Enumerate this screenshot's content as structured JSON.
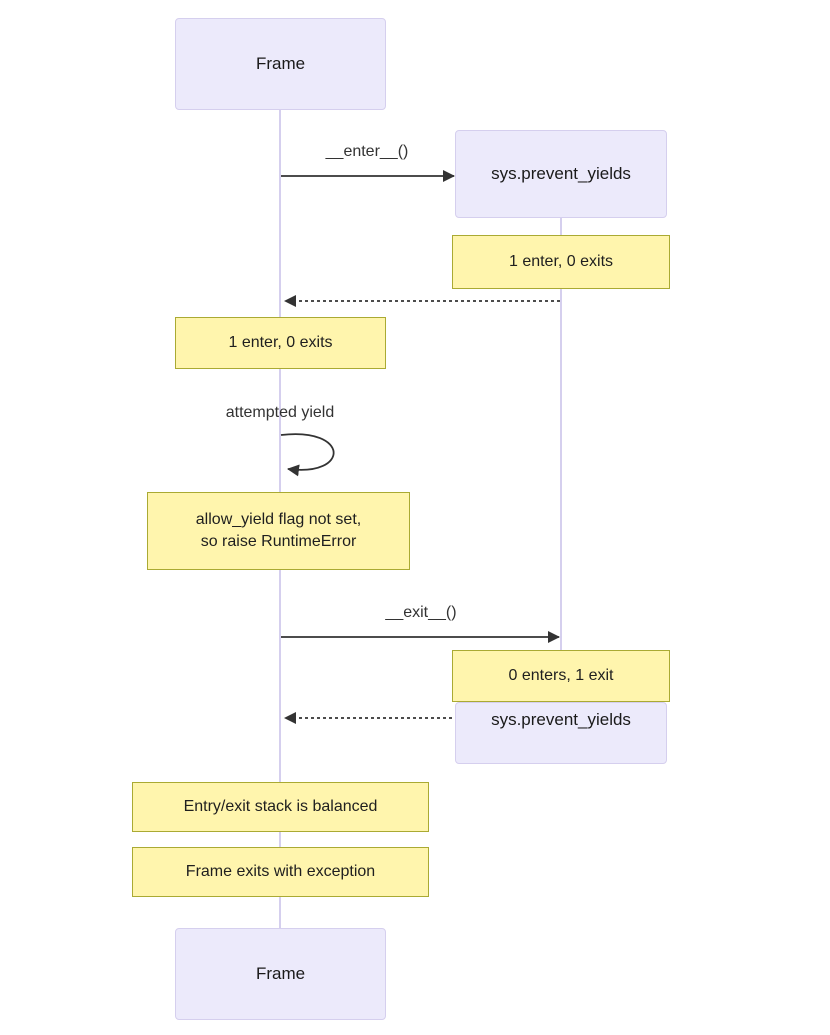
{
  "diagram": {
    "type": "sequence",
    "actors": {
      "frame_top": "Frame",
      "sys_top": "sys.prevent_yields",
      "sys_bottom": "sys.prevent_yields",
      "frame_bottom": "Frame"
    },
    "messages": {
      "enter_label": "__enter__()",
      "exit_label": "__exit__()",
      "self_loop_label": "attempted yield"
    },
    "notes": {
      "sys_after_enter": "1 enter, 0 exits",
      "frame_after_enter": "1 enter, 0 exits",
      "allow_yield": "allow_yield flag not set,\nso raise RuntimeError",
      "sys_after_exit": "0 enters, 1 exit",
      "stack_balanced": "Entry/exit stack is balanced",
      "frame_exception": "Frame exits with exception"
    },
    "colors": {
      "actor_fill": "#ECEAFB",
      "actor_border": "#D5CFEE",
      "lifeline": "#D5CFEE",
      "note_fill": "#FFF5AD",
      "note_border": "#AAAA33",
      "arrow": "#333333",
      "text": "#333333"
    }
  }
}
